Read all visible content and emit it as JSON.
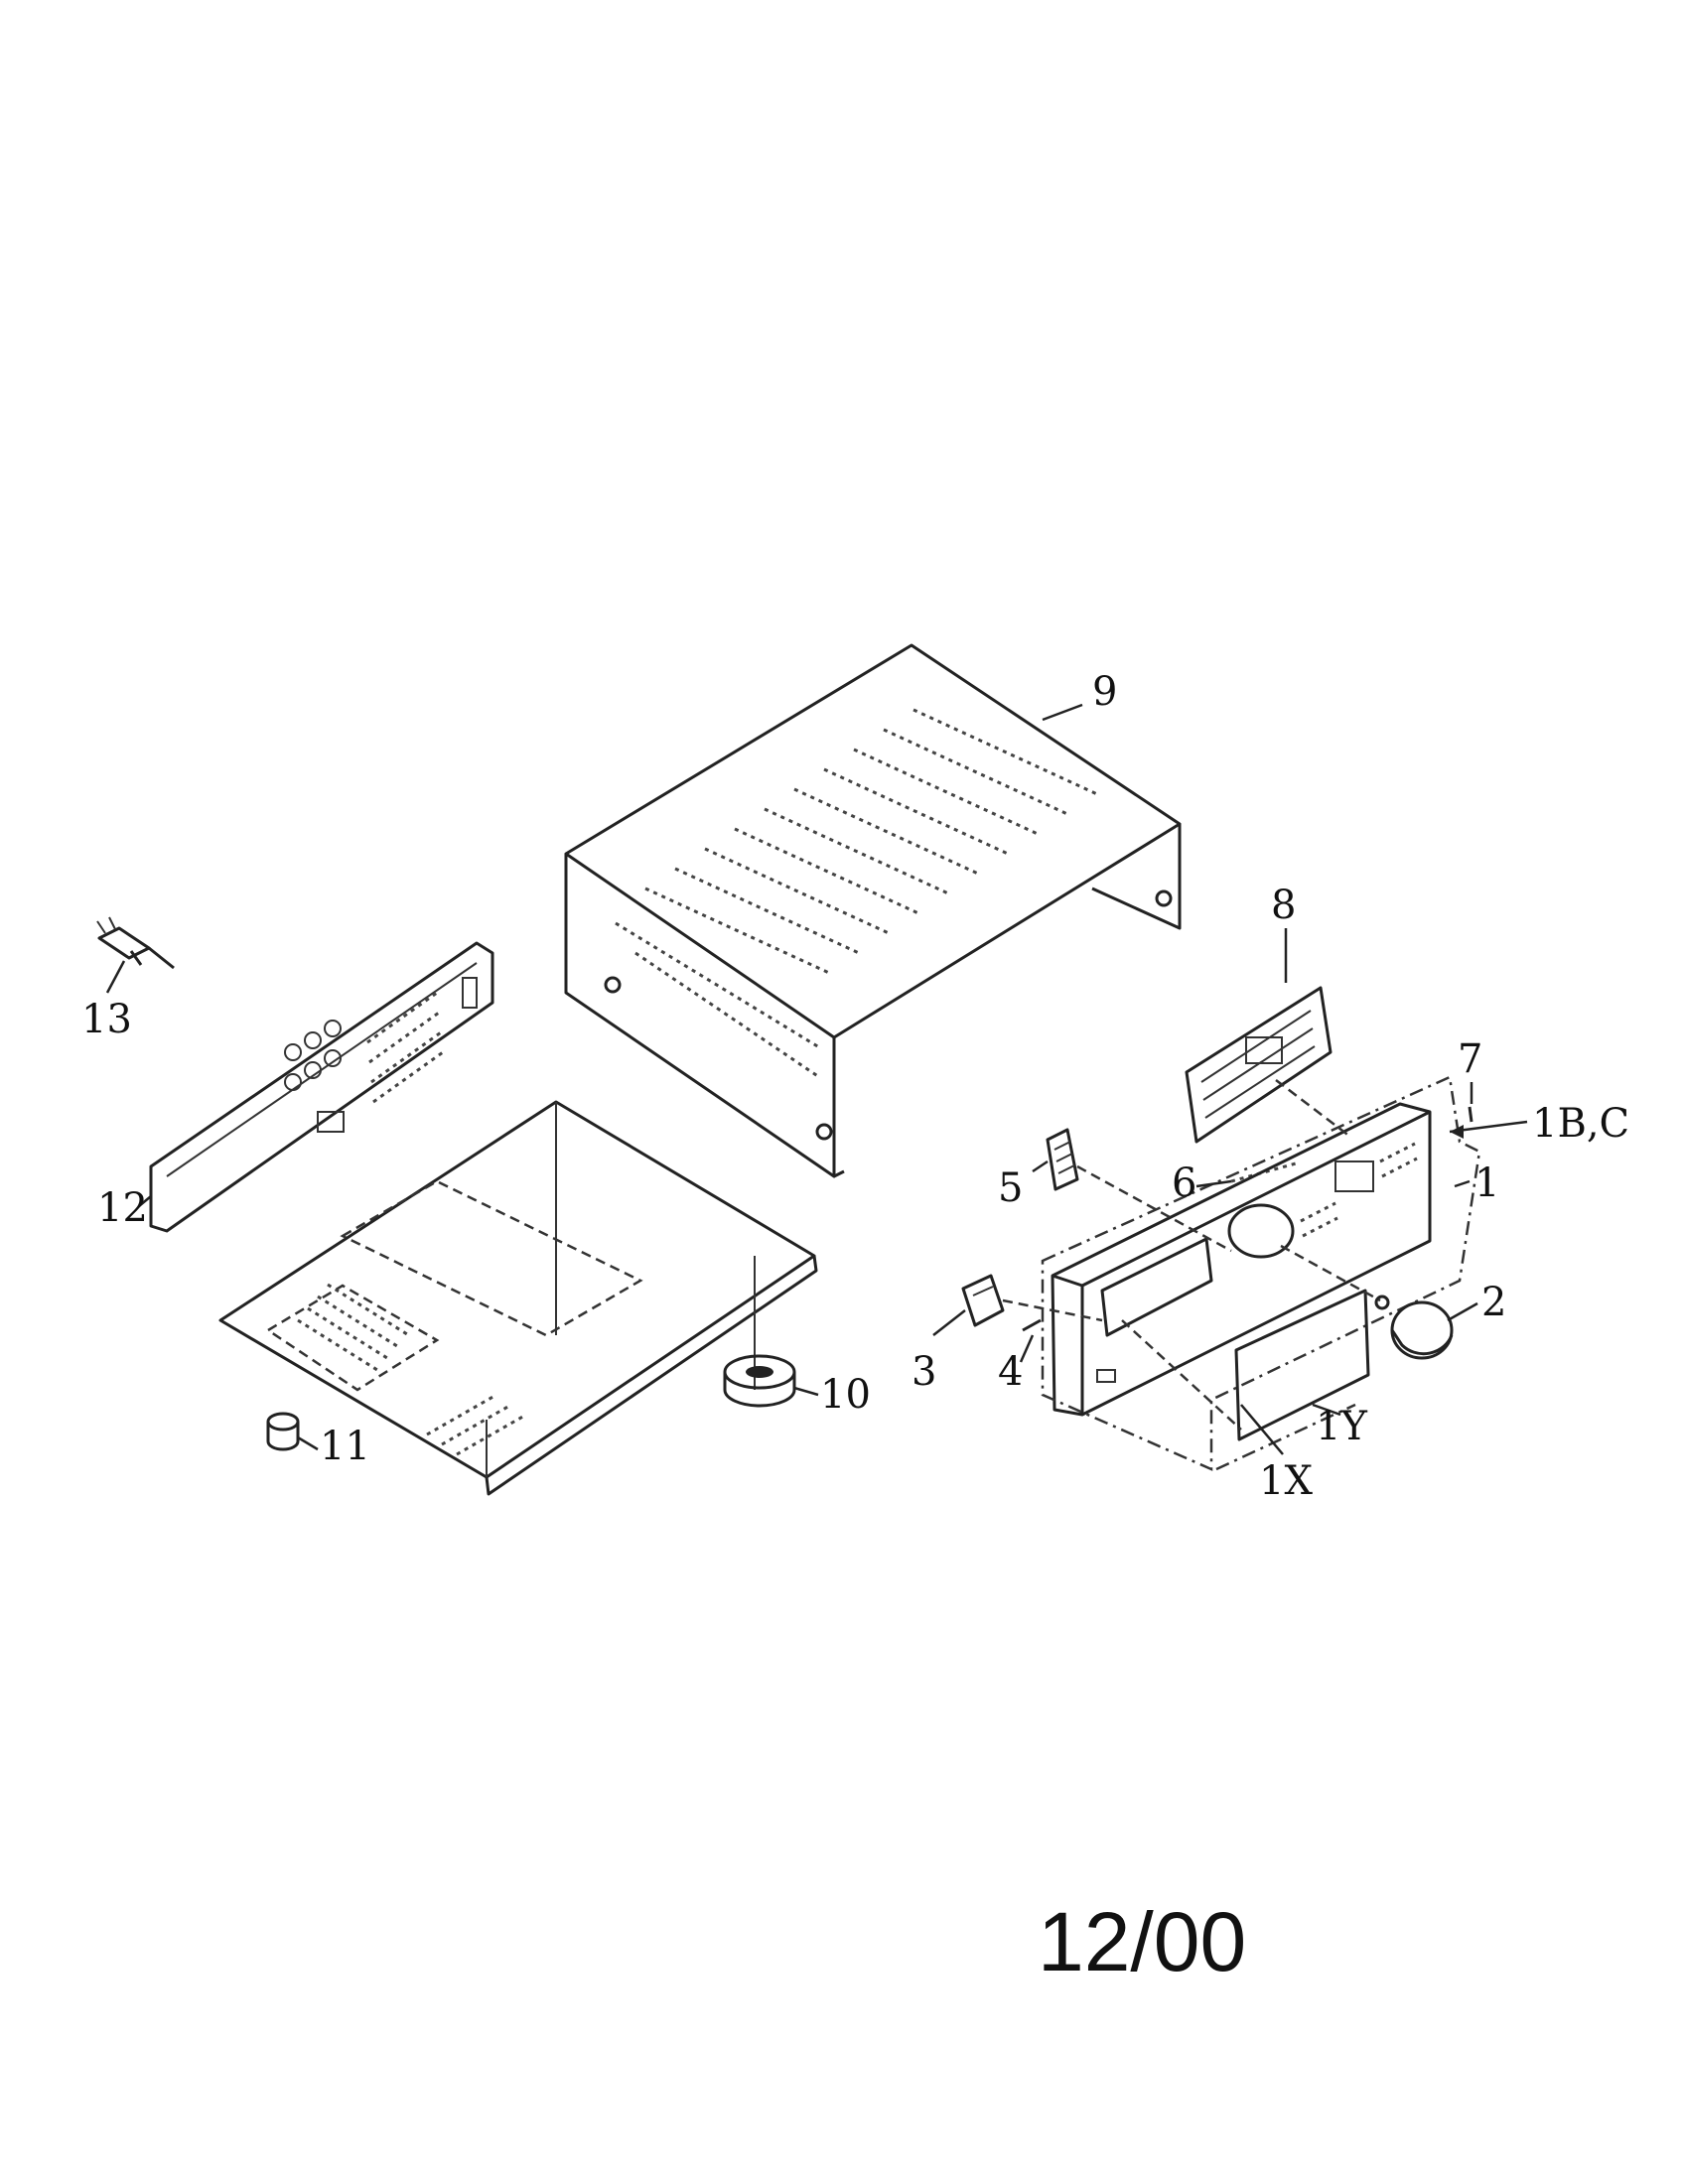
{
  "diagram": {
    "callouts": [
      {
        "id": "9",
        "text": "9"
      },
      {
        "id": "8",
        "text": "8"
      },
      {
        "id": "7",
        "text": "7"
      },
      {
        "id": "1bc",
        "text": "1B,C"
      },
      {
        "id": "6",
        "text": "6"
      },
      {
        "id": "5",
        "text": "5"
      },
      {
        "id": "1",
        "text": "1"
      },
      {
        "id": "2",
        "text": "2"
      },
      {
        "id": "3",
        "text": "3"
      },
      {
        "id": "4",
        "text": "4"
      },
      {
        "id": "1y",
        "text": "1Y"
      },
      {
        "id": "1x",
        "text": "1X"
      },
      {
        "id": "10",
        "text": "10"
      },
      {
        "id": "11",
        "text": "11"
      },
      {
        "id": "12",
        "text": "12"
      },
      {
        "id": "13",
        "text": "13"
      }
    ],
    "date_stamp": "12/00"
  }
}
